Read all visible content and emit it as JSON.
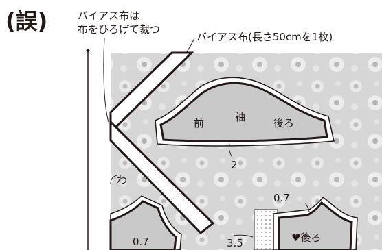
{
  "heading": "(誤)",
  "notes": {
    "line1": "バイアス布は",
    "line2": "布をひろげて裁つ",
    "bias": "バイアス布(長さ50cmを1枚)"
  },
  "pieces": {
    "sleeve": {
      "front": "前",
      "name": "袖",
      "back": "後ろ",
      "allowance": "2"
    },
    "fold": "わ",
    "left_allowance": "0.7",
    "right_allowance": "0.7",
    "center_allowance": "3.5",
    "back_piece": "♥後ろ"
  },
  "colors": {
    "fabric": "#d9d9d9",
    "piece_fill": "#c9c9c9",
    "line": "#231815"
  }
}
